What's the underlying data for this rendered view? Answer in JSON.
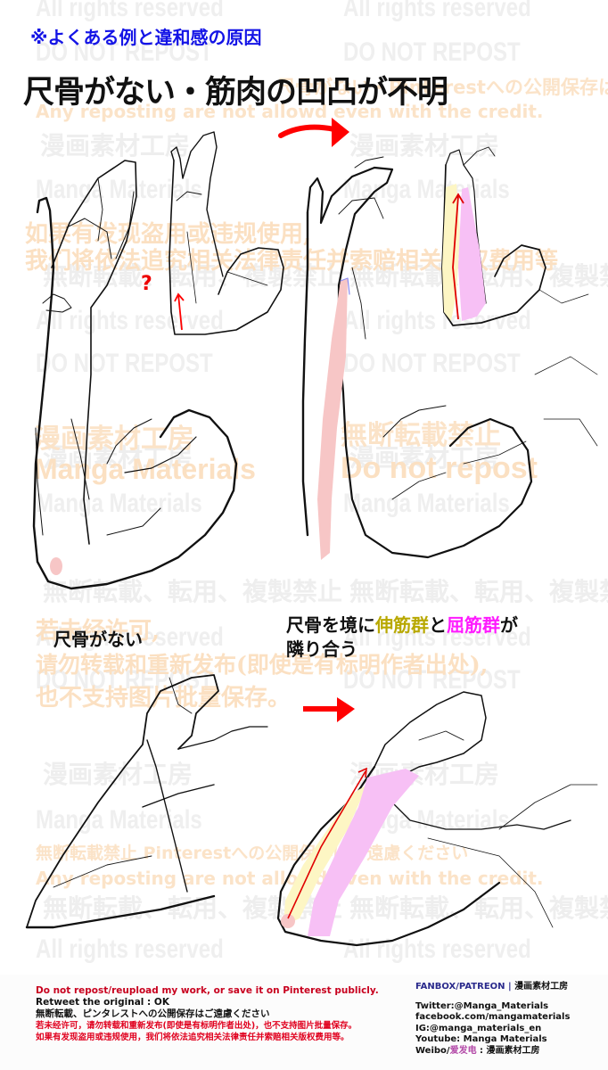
{
  "header": {
    "subtitle": "※よくある例と違和感の原因",
    "title": "尺骨がない・筋肉の凹凸が不明"
  },
  "captions": {
    "bottom_left": "尺骨がない",
    "bottom_right_line1_prefix": "尺骨を境に",
    "bottom_right_extensor": "伸筋群",
    "bottom_right_connector": "と",
    "bottom_right_flexor": "屈筋群",
    "bottom_right_line1_suffix": "が",
    "bottom_right_line2": "隣り合う",
    "question_mark": "?"
  },
  "colors": {
    "subtitle_blue": "#1414e6",
    "arrow_red": "#ff0000",
    "extensor_yellow": "#fdf6c4",
    "flexor_pink": "#f7c0f5",
    "ulna_pink": "#f7c6c6",
    "extensor_label": "#b8a800",
    "flexor_label": "#ff1aff"
  },
  "watermarks": {
    "all_rights": "All rights reserved",
    "do_not_repost_caps": "DO NOT REPOST",
    "studio_jp": "漫画素材工房",
    "brand_en": "Manga Materials",
    "no_repost_jp": "無断転載、転用、複製禁止",
    "no_repost_jp_short": "無断転載禁止",
    "do_not_repost": "Do not repost",
    "any_reposting": "Any reposting are not allowd even with the credit.",
    "pinterest_jp": "無断転載禁止 Pinterestへの公開保存はご遠慮ください",
    "pinterest_jp_tail": "尺骨がない・Pinterestへの公開保存はご遠慮ください",
    "cn_line1": "如果有发现盗用或违规使用,",
    "cn_line2": "我们将依法追究相关法律责任并索赔相关版权费用等",
    "cn_line3": "若未经许可,",
    "cn_line4": "请勿转载和重新发布(即使是有标明作者出处),",
    "cn_line5": "也不支持图片批量保存。"
  },
  "footer": {
    "left": {
      "line1": "Do not repost/reupload my work, or save it on Pinterest publicly.",
      "line2": "Retweet the original : OK",
      "line3": "無断転載、ピンタレストへの公開保存はご遠慮ください",
      "line4": "若未经许可，请勿转载和重新发布(即使是有标明作者出处)，也不支持图片批量保存。",
      "line5": "如果有发现盗用或违规使用，我们将依法追究相关法律责任并索赔相关版权费用等。"
    },
    "right": {
      "brand": "FANBOX/PATREON",
      "brand_sep": " | ",
      "brand_jp": "漫画素材工房",
      "twitter": "Twitter:@Manga_Materials",
      "facebook": "facebook.com/mangamaterials",
      "instagram": "IG:@manga_materials_en",
      "youtube": "Youtube: Manga Materials",
      "weibo_prefix": "Weibo/",
      "weibo_pink": "爱发电",
      "weibo_suffix": " : 漫画素材工房"
    }
  }
}
